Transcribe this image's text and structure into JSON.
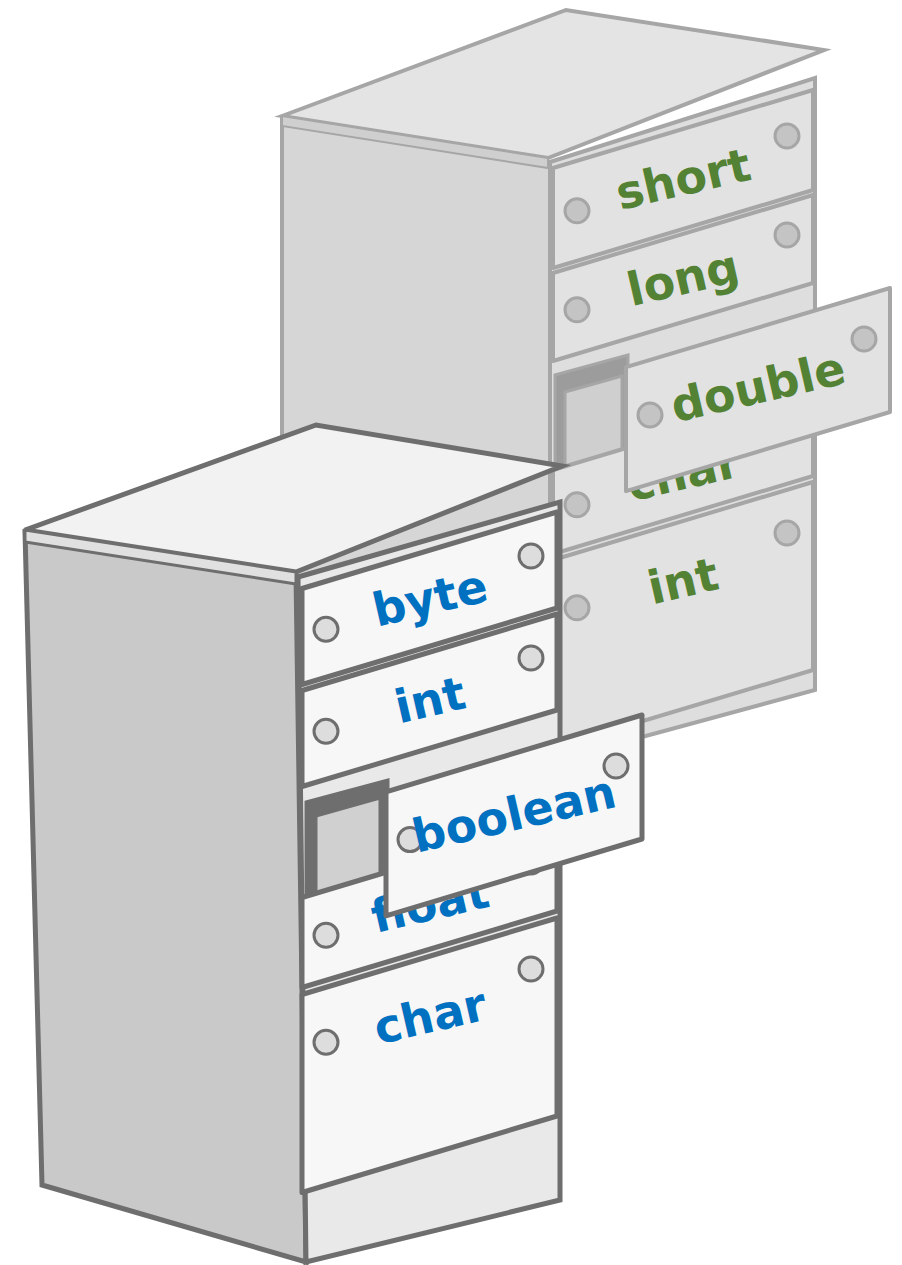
{
  "diagram": {
    "nodes": [
      {
        "text": [
          "short"
        ]
      },
      {
        "text": [
          "long"
        ]
      },
      {
        "text": [
          "double"
        ]
      },
      {
        "text": [
          "char"
        ]
      },
      {
        "text": [
          "int"
        ]
      },
      {
        "text": [
          "byte"
        ]
      },
      {
        "text": [
          "int"
        ]
      },
      {
        "text": [
          "boolean"
        ]
      },
      {
        "text": [
          "float"
        ]
      },
      {
        "text": [
          "char"
        ]
      }
    ]
  }
}
